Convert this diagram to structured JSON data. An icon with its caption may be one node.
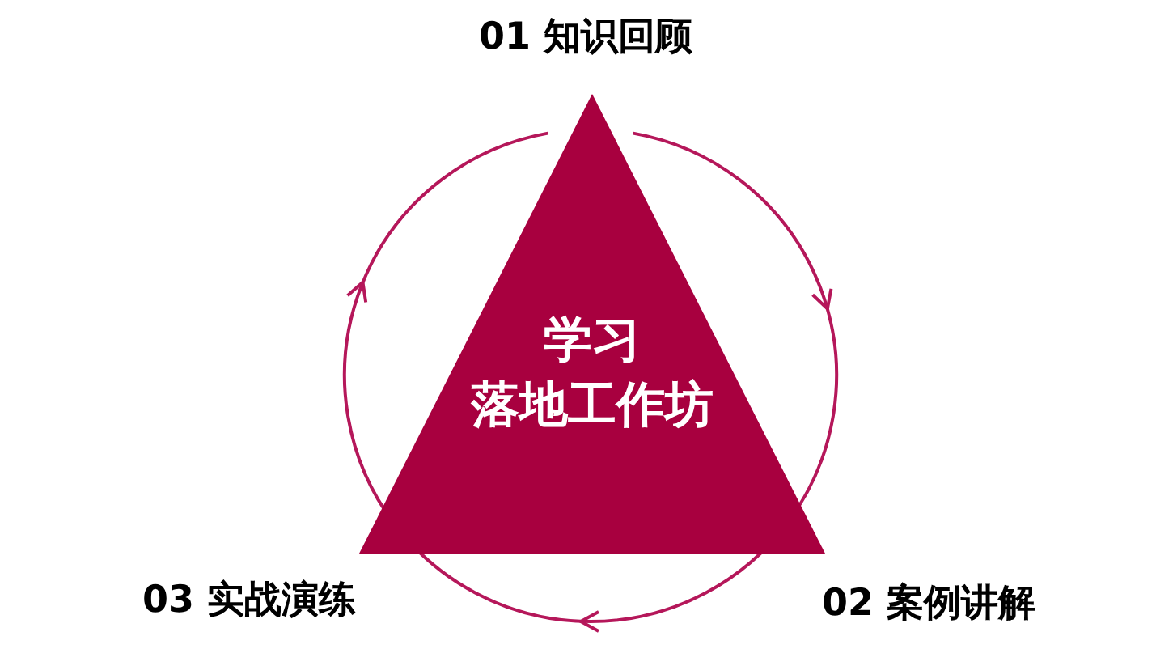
{
  "diagram": {
    "nodes": [
      {
        "text": [
          "01 知识回顾"
        ]
      },
      {
        "text": [
          "学习",
          "落地工作坊"
        ]
      },
      {
        "text": [
          "03 实战演练"
        ]
      },
      {
        "text": [
          "02 案例讲解"
        ]
      }
    ]
  }
}
